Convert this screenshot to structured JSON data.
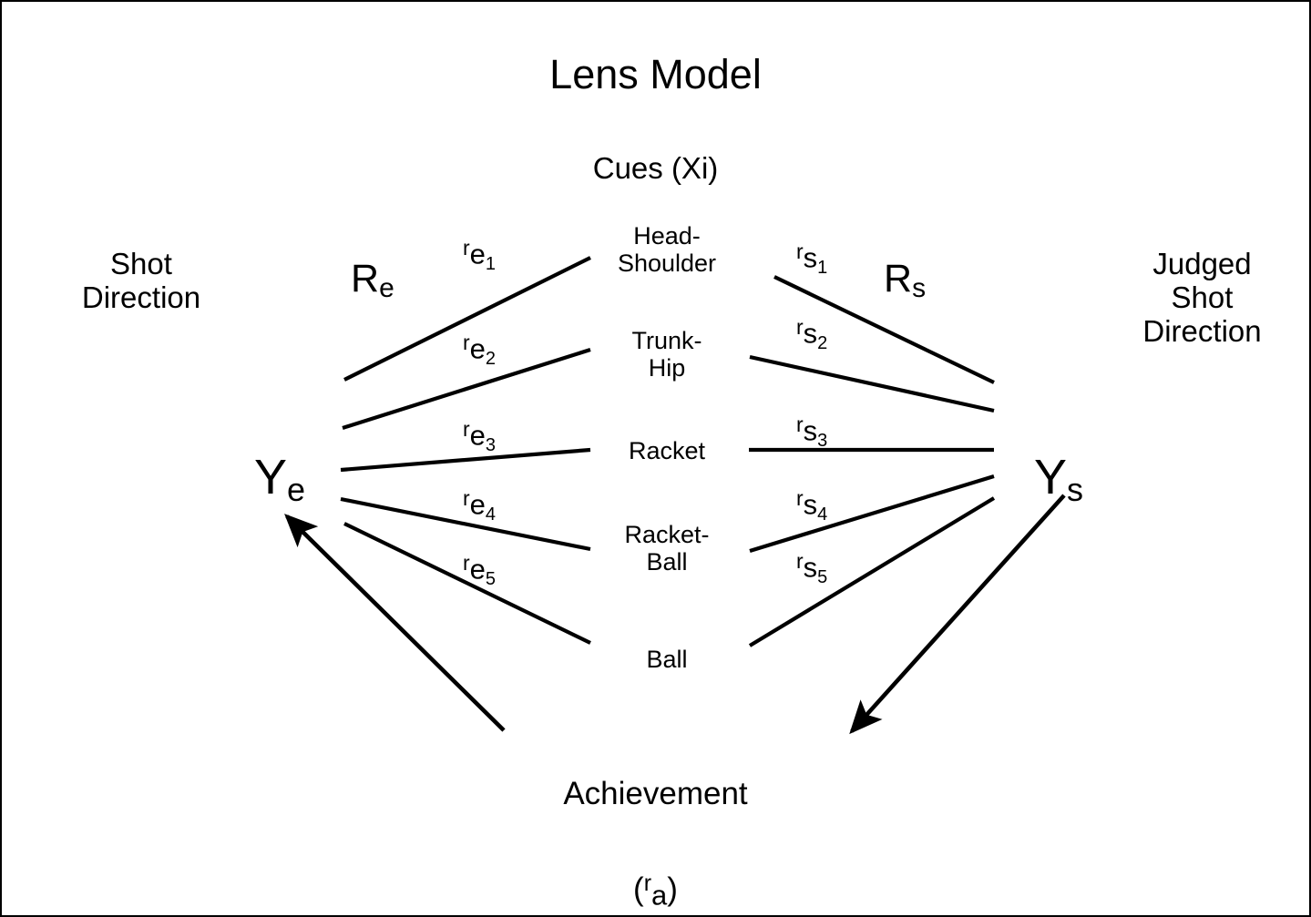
{
  "title": "Lens Model",
  "cues_heading": "Cues (Xi)",
  "left": {
    "caption": "Shot\nDirection",
    "node": "Y",
    "node_sub": "e",
    "r_label": "R",
    "r_label_sub": "e"
  },
  "right": {
    "caption": "Judged\nShot\nDirection",
    "node": "Y",
    "node_sub": "s",
    "r_label": "R",
    "r_label_sub": "s"
  },
  "cues": [
    {
      "label": "Head-\nShoulder"
    },
    {
      "label": "Trunk-\nHip"
    },
    {
      "label": "Racket"
    },
    {
      "label": "Racket-\nBall"
    },
    {
      "label": "Ball"
    }
  ],
  "left_weights": [
    {
      "main": "r",
      "mid": "e",
      "idx": "1"
    },
    {
      "main": "r",
      "mid": "e",
      "idx": "2"
    },
    {
      "main": "r",
      "mid": "e",
      "idx": "3"
    },
    {
      "main": "r",
      "mid": "e",
      "idx": "4"
    },
    {
      "main": "r",
      "mid": "e",
      "idx": "5"
    }
  ],
  "right_weights": [
    {
      "main": "r",
      "mid": "s",
      "idx": "1"
    },
    {
      "main": "r",
      "mid": "s",
      "idx": "2"
    },
    {
      "main": "r",
      "mid": "s",
      "idx": "3"
    },
    {
      "main": "r",
      "mid": "s",
      "idx": "4"
    },
    {
      "main": "r",
      "mid": "s",
      "idx": "5"
    }
  ],
  "achievement": {
    "label": "Achievement",
    "paren_open": "(",
    "r": "r",
    "a": "a",
    "paren_close": ")"
  },
  "colors": {
    "ink": "#000000",
    "background": "#ffffff",
    "border": "#000000"
  }
}
